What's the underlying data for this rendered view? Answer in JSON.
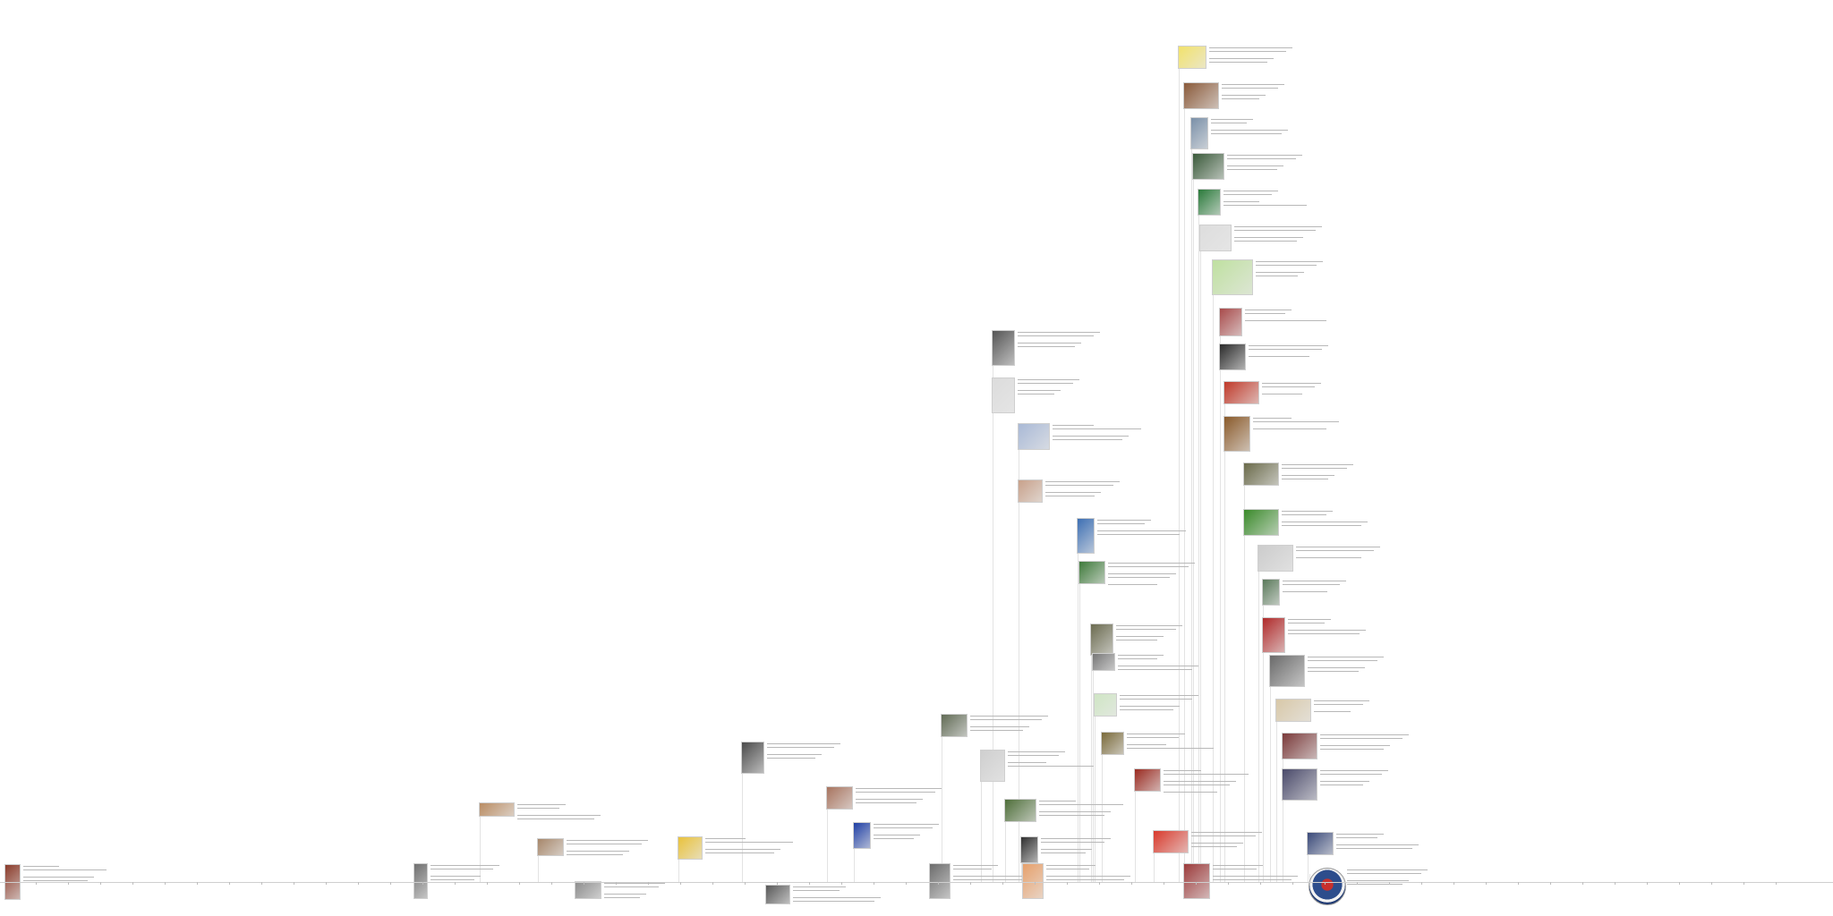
{
  "axis": {
    "ticks": [
      "",
      "",
      "",
      "",
      "",
      "",
      "",
      "",
      "",
      "",
      "",
      "",
      "",
      "",
      "",
      "",
      "",
      "",
      "",
      "",
      "",
      "",
      "",
      "",
      "",
      "",
      "",
      "",
      "",
      "",
      "",
      "",
      "",
      "",
      "",
      "",
      "",
      "",
      "",
      "",
      "",
      "",
      "",
      "",
      "",
      "",
      "",
      "",
      "",
      "",
      "",
      "",
      "",
      "",
      ""
    ]
  },
  "events": [
    {
      "id": "e1",
      "title": "",
      "date": "",
      "thumb": "#8a3b2a"
    },
    {
      "id": "e2",
      "title": "",
      "date": "",
      "thumb": "#6f6f6f"
    },
    {
      "id": "e3",
      "title": "",
      "date": "",
      "thumb": "#b98c63"
    },
    {
      "id": "e4",
      "title": "",
      "date": "",
      "thumb": "#a7876a"
    },
    {
      "id": "e5",
      "title": "",
      "date": "",
      "thumb": "#8d8d8d"
    },
    {
      "id": "e6",
      "title": "",
      "date": "",
      "thumb": "#e9c23b"
    },
    {
      "id": "e7",
      "title": "",
      "date": "",
      "thumb": "#4b4b4b"
    },
    {
      "id": "e8",
      "title": "",
      "date": "",
      "thumb": "#585858"
    },
    {
      "id": "e9",
      "title": "",
      "date": "",
      "thumb": "#a8745f"
    },
    {
      "id": "e10",
      "title": "",
      "date": "",
      "thumb": "#1f3fa5"
    },
    {
      "id": "e11",
      "title": "",
      "date": "",
      "thumb": "#6c6c6c"
    },
    {
      "id": "e12",
      "title": "",
      "date": "",
      "thumb": "#616b55"
    },
    {
      "id": "e13",
      "title": "",
      "date": "",
      "thumb": "#cfcfcf"
    },
    {
      "id": "e14",
      "title": "",
      "date": "",
      "thumb": "#4f6f3a"
    },
    {
      "id": "e15",
      "title": "",
      "date": "",
      "thumb": "#2f2f2f"
    },
    {
      "id": "e16",
      "title": "",
      "date": "",
      "thumb": "#e7a06b"
    },
    {
      "id": "e17",
      "title": "",
      "date": "",
      "thumb": "#555555"
    },
    {
      "id": "e18",
      "title": "",
      "date": "",
      "thumb": "#dcdcdc"
    },
    {
      "id": "e19",
      "title": "",
      "date": "",
      "thumb": "#a9b9d6"
    },
    {
      "id": "e20",
      "title": "",
      "date": "",
      "thumb": "#c8a18a"
    },
    {
      "id": "e21",
      "title": "",
      "date": "",
      "thumb": "#3d6fb3"
    },
    {
      "id": "e22",
      "title": "",
      "date": "",
      "thumb": "#3e7a3a"
    },
    {
      "id": "e23",
      "title": "",
      "date": "",
      "thumb": "#6b6b50"
    },
    {
      "id": "e24",
      "title": "",
      "date": "",
      "thumb": "#777777"
    },
    {
      "id": "e25",
      "title": "",
      "date": "",
      "thumb": "#cfe6c4"
    },
    {
      "id": "e26",
      "title": "",
      "date": "",
      "thumb": "#7a6a3a"
    },
    {
      "id": "e27",
      "title": "",
      "date": "",
      "thumb": "#9a2a20"
    },
    {
      "id": "e28",
      "title": "",
      "date": "",
      "thumb": "#d93a2c"
    },
    {
      "id": "e29",
      "title": "",
      "date": "",
      "thumb": "#9c3b3b"
    },
    {
      "id": "e30",
      "title": "",
      "date": "",
      "thumb": "#f2e26b"
    },
    {
      "id": "e31",
      "title": "",
      "date": "",
      "thumb": "#8a5a3a"
    },
    {
      "id": "e32",
      "title": "",
      "date": "",
      "thumb": "#7a90a8"
    },
    {
      "id": "e33",
      "title": "",
      "date": "",
      "thumb": "#3a5a3a"
    },
    {
      "id": "e34",
      "title": "",
      "date": "",
      "thumb": "#2a7a3a"
    },
    {
      "id": "e35",
      "title": "",
      "date": "",
      "thumb": "#dddddd"
    },
    {
      "id": "e36",
      "title": "",
      "date": "",
      "thumb": "#bfe0a0"
    },
    {
      "id": "e37",
      "title": "",
      "date": "",
      "thumb": "#a84a4a"
    },
    {
      "id": "e38",
      "title": "",
      "date": "",
      "thumb": "#2a2a2a"
    },
    {
      "id": "e39",
      "title": "",
      "date": "",
      "thumb": "#c03a2a"
    },
    {
      "id": "e40",
      "title": "",
      "date": "",
      "thumb": "#8a5a2a"
    },
    {
      "id": "e41",
      "title": "",
      "date": "",
      "thumb": "#6a6a4a"
    },
    {
      "id": "e42",
      "title": "",
      "date": "",
      "thumb": "#3a8a2a"
    },
    {
      "id": "e43",
      "title": "",
      "date": "",
      "thumb": "#cccccc"
    },
    {
      "id": "e44",
      "title": "",
      "date": "",
      "thumb": "#5a7a5a"
    },
    {
      "id": "e45",
      "title": "",
      "date": "",
      "thumb": "#b02a2a"
    },
    {
      "id": "e46",
      "title": "",
      "date": "",
      "thumb": "#6a6a6a"
    },
    {
      "id": "e47",
      "title": "",
      "date": "",
      "thumb": "#d8c8a8"
    },
    {
      "id": "e48",
      "title": "",
      "date": "",
      "thumb": "#7a3a3a"
    },
    {
      "id": "e49",
      "title": "",
      "date": "",
      "thumb": "#4a4a6a"
    },
    {
      "id": "e50",
      "title": "",
      "date": "",
      "thumb": "#3a4a7a"
    },
    {
      "id": "e51",
      "title": "",
      "date": "",
      "thumb": "#2d4d8c"
    }
  ]
}
